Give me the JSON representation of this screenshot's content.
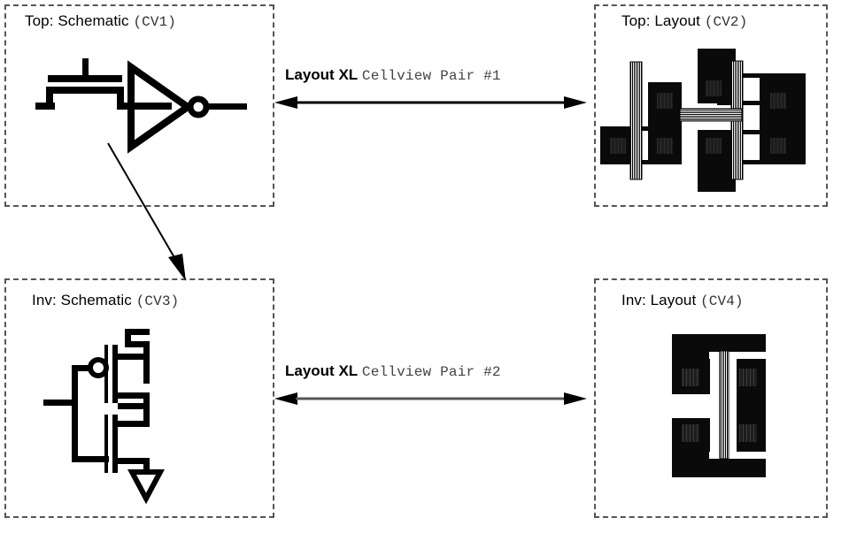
{
  "diagram": {
    "title_hidden": "Layout XL cellview pair relationship diagram",
    "background": "#ffffff",
    "stroke": "#000000",
    "panel_border_color": "#555555"
  },
  "panels": [
    {
      "id": "cv1",
      "title_text": "Top: Schematic",
      "cv_text": "(CV1)",
      "kind": "schematic",
      "content_desc": "transistor-and-inverter-symbols"
    },
    {
      "id": "cv2",
      "title_text": "Top: Layout",
      "cv_text": "(CV2)",
      "kind": "layout",
      "content_desc": "two-device-layout-with-routing"
    },
    {
      "id": "cv3",
      "title_text": "Inv: Schematic",
      "cv_text": "(CV3)",
      "kind": "schematic",
      "content_desc": "cmos-inverter-schematic"
    },
    {
      "id": "cv4",
      "title_text": "Inv: Layout",
      "cv_text": "(CV4)",
      "kind": "layout",
      "content_desc": "inverter-layout-cell"
    }
  ],
  "links": [
    {
      "id": "pair1",
      "label_bold": "Layout XL",
      "label_mono": "Cellview Pair #1",
      "from_panel": "cv1",
      "to_panel": "cv2",
      "arrow_style": "double-headed"
    },
    {
      "id": "pair2",
      "label_bold": "Layout XL",
      "label_mono": "Cellview Pair #2",
      "from_panel": "cv3",
      "to_panel": "cv4",
      "arrow_style": "double-headed"
    },
    {
      "id": "hierarchy",
      "label_bold": "",
      "label_mono": "",
      "from_panel": "cv1",
      "to_panel": "cv3",
      "arrow_style": "single-headed-diagonal"
    }
  ]
}
